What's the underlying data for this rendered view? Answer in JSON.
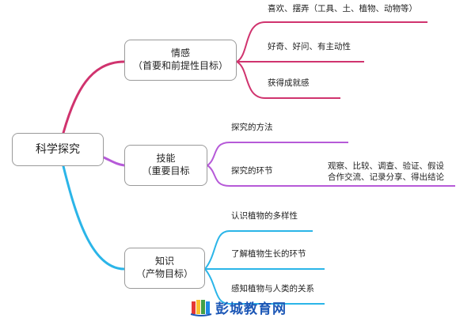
{
  "root": {
    "label": "科学探究"
  },
  "branches": [
    {
      "title": "情感",
      "subtitle": "（首要和前提性目标）",
      "color": "#d0336e",
      "leaves": [
        "喜欢、摆弄（工具、土、植物、动物等）",
        "好奇、好问、有主动性",
        "获得成就感"
      ]
    },
    {
      "title": "技能",
      "subtitle": "（重要目标",
      "color": "#b65ad8",
      "leaves": [
        "探究的方法",
        "探究的环节"
      ],
      "detail": {
        "line1": "观察、比较、调查、验证、假设",
        "line2": "合作交流、记录分享、得出结论"
      }
    },
    {
      "title": "知识",
      "subtitle": "（产物目标）",
      "color": "#2bb5e8",
      "leaves": [
        "认识植物的多样性",
        "了解植物生长的环节",
        "感知植物与人类的关系"
      ]
    }
  ],
  "watermark": {
    "text": "彭城教育网",
    "icon": "book-logo-icon"
  }
}
